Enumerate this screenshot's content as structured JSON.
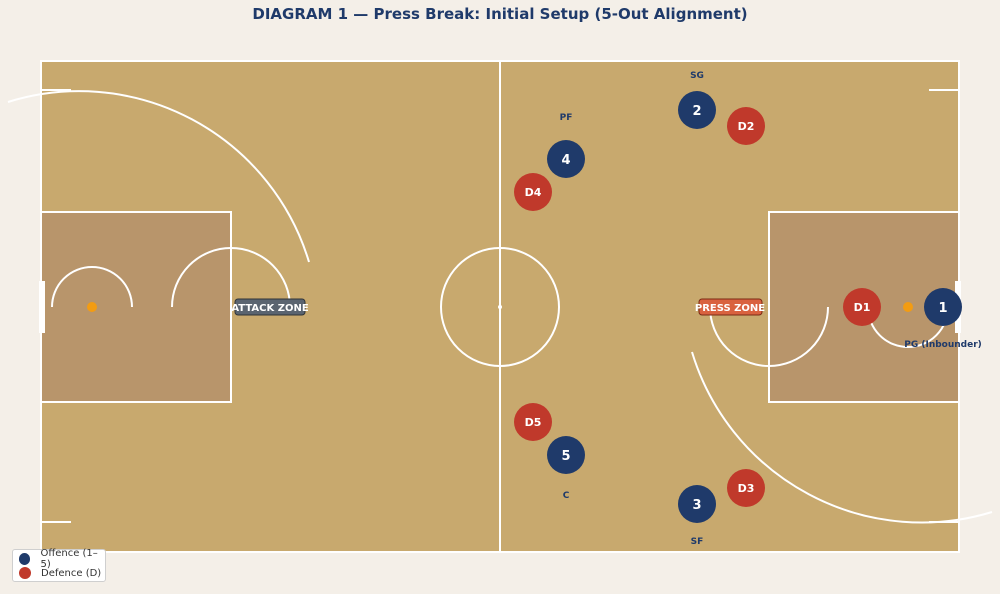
{
  "title": "DIAGRAM 1 — Press Break: Initial Setup (5-Out Alignment)",
  "colors": {
    "background": "#f4efe8",
    "court": "#c8a96e",
    "paint": "#b8956b",
    "lines": "#ffffff",
    "offence": "#1f3a6a",
    "defence": "#c0392b",
    "ball": "#f39c12",
    "attack_zone_bg": "#5a6470",
    "press_zone_bg": "#d9623f"
  },
  "zones": {
    "attack": "ATTACK ZONE",
    "press": "PRESS ZONE"
  },
  "offence": [
    {
      "number": "1",
      "role": "PG (Inbounder)"
    },
    {
      "number": "2",
      "role": "SG"
    },
    {
      "number": "3",
      "role": "SF"
    },
    {
      "number": "4",
      "role": "PF"
    },
    {
      "number": "5",
      "role": "C"
    }
  ],
  "defence": [
    {
      "label": "D1"
    },
    {
      "label": "D2"
    },
    {
      "label": "D3"
    },
    {
      "label": "D4"
    },
    {
      "label": "D5"
    }
  ],
  "legend": {
    "offence": "Offence (1–5)",
    "defence": "Defence (D)"
  }
}
